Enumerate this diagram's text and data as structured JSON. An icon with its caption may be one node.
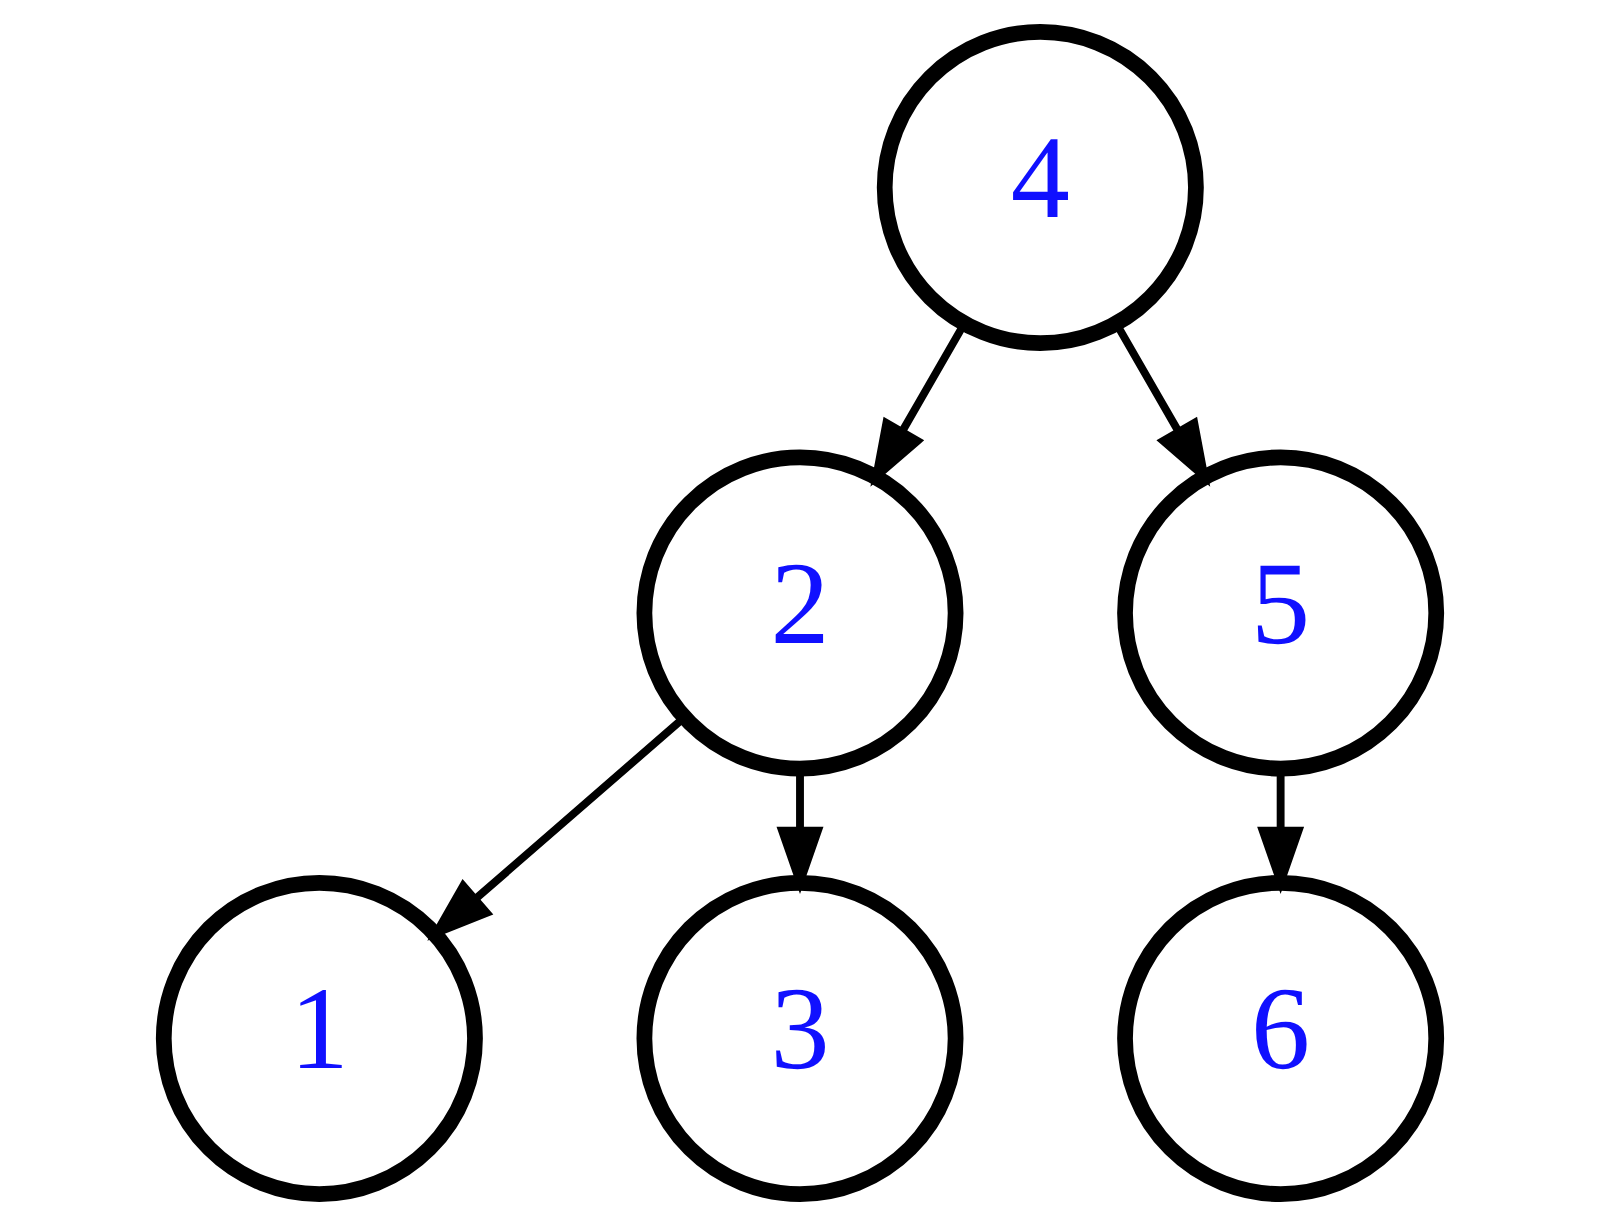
{
  "diagram": {
    "nodes": [
      {
        "text": [
          "4"
        ]
      },
      {
        "text": [
          "2"
        ]
      },
      {
        "text": [
          "5"
        ]
      },
      {
        "text": [
          "1"
        ]
      },
      {
        "text": [
          "3"
        ]
      },
      {
        "text": [
          "6"
        ]
      }
    ],
    "edges": [
      {
        "from": 0,
        "to": 1,
        "arrow": "to"
      },
      {
        "from": 0,
        "to": 2,
        "arrow": "to"
      },
      {
        "from": 1,
        "to": 3,
        "arrow": "to"
      },
      {
        "from": 1,
        "to": 4,
        "arrow": "to"
      },
      {
        "from": 2,
        "to": 5,
        "arrow": "to"
      }
    ]
  }
}
